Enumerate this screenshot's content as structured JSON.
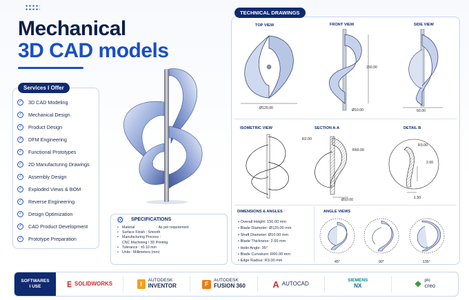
{
  "title": {
    "line1": "Mechanical",
    "line2": "3D CAD models"
  },
  "services": {
    "heading": "Services I Offer",
    "items": [
      "3D CAD Modeling",
      "Mechanical Design",
      "Product Design",
      "DFM Engineering",
      "Functional Prototypes",
      "2D Manufacturing Drawings",
      "Assembly Design",
      "Exploded Views & BOM",
      "Reverse Engineering",
      "Design Optimization",
      "CAD Product Development",
      "Prototype Preparation"
    ]
  },
  "specifications": {
    "heading": "SPECIFICATIONS",
    "rows": [
      {
        "k": "Material",
        "v": ": As per requirement"
      },
      {
        "k": "Surface Finish : Smooth",
        "v": ""
      },
      {
        "k": "Manufacturing Process :",
        "v": ""
      },
      {
        "k": "CNC Machining / 3D Printing",
        "v": ""
      },
      {
        "k": "Tolerance : ±0.10 mm",
        "v": ""
      },
      {
        "k": "Units : Millimeters (mm)",
        "v": ""
      }
    ]
  },
  "technical": {
    "heading": "TECHNICAL DRAWINGS",
    "views": {
      "top": "TOP VIEW",
      "front": "FRONT VIEW",
      "side": "SIDE VIEW",
      "iso": "ISOMETRIC VIEW",
      "section": "SECTION A-A",
      "detail": "DETAIL B",
      "angles": "ANGLE VIEWS"
    },
    "dims": {
      "top_dia": "Ø120.00",
      "front_height": "150.00",
      "front_shaft": "Ø10.00",
      "side_width": "60.00",
      "sec_r1": "R2.00",
      "sec_r2": "R60.00",
      "sec_shaft": "Ø10.00",
      "det_r": "R3.00",
      "det_h": "2.00",
      "det_t": "1.50"
    },
    "dimensions_heading": "DIMENSIONS & ANGLES",
    "dimensions": [
      "• Overall Height: 150.00 mm",
      "• Blade Diameter: Ø120.00 mm",
      "• Shaft Diameter: Ø10.00 mm",
      "• Blade Thickness: 2.00 mm",
      "• Helix Angle: 35°",
      "• Blade Curvature: R60.00 mm",
      "• Edge Radius: R3.00 mm"
    ],
    "angle_labels": [
      "45°",
      "90°",
      "135°"
    ]
  },
  "software": {
    "label_line1": "SOFTWARES",
    "label_line2": "I USE",
    "items": [
      {
        "icon": "solidworks-icon",
        "small": "",
        "big": "SOLIDWORKS"
      },
      {
        "icon": "inventor-icon",
        "small": "AUTODESK",
        "big": "INVENTOR"
      },
      {
        "icon": "fusion360-icon",
        "small": "AUTODESK",
        "big": "FUSION 360"
      },
      {
        "icon": "autocad-icon",
        "small": "",
        "big": "AUTOCAD"
      },
      {
        "icon": "siemens-nx-icon",
        "small": "SIEMENS",
        "big": "NX"
      },
      {
        "icon": "ptc-creo-icon",
        "small": "ptc",
        "big": "creo"
      }
    ]
  },
  "colors": {
    "navy": "#0f2a6e",
    "blue": "#1a4fc4",
    "steel": "#7d93c9"
  }
}
